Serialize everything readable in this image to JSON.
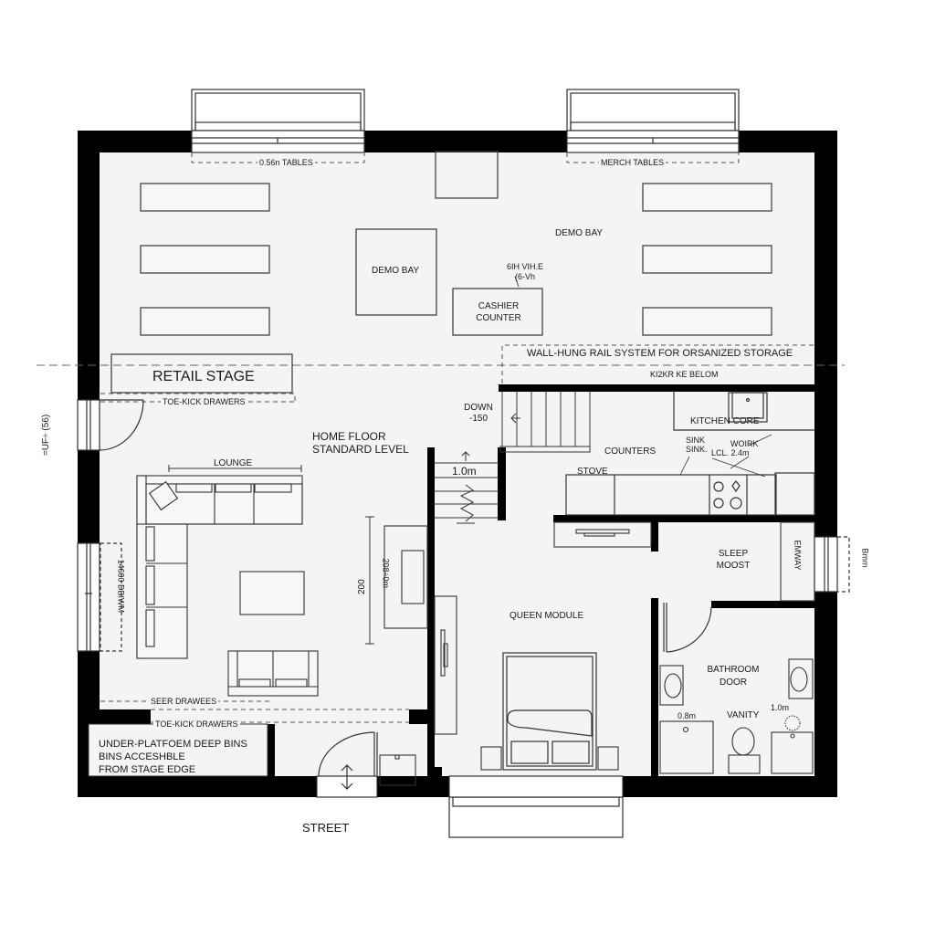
{
  "plan": {
    "colors": {
      "wall": "#000000",
      "floor": "#f4f4f4",
      "line": "#333333",
      "page": "#ffffff"
    },
    "top_zone": {
      "left_window_label": "0.56n TABLES",
      "right_window_label": "MERCH TABLES",
      "demo_bay_box": "DEMO BAY",
      "demo_bay_open": "DEMO BAY",
      "cashier_note": [
        "6IH VIH.E",
        "(6-Vh"
      ],
      "cashier_counter": [
        "CASHIER",
        "COUNTER"
      ],
      "rail_system": "WALL-HUNG RAIL SYSTEM FOR ORSANIZED STORAGE",
      "rail_below": "KI2KR KE BELOM",
      "retail_stage": "RETAIL STAGE",
      "toe_kick_top": "TOE-KICK DRAWERS"
    },
    "living": {
      "side_dimension": "=UF÷ (56)",
      "home_floor": [
        "HOME FLOOR",
        "STANDARD LEVEL"
      ],
      "lounge": "LOUNGE",
      "window_dim": "14600 DBIWM",
      "dim_vertical": "200",
      "tv_dim": "208÷0m",
      "seer_drawees": "SEER DRAWEES",
      "toe_kick_bottom": "TOE-KICK DRAWERS",
      "under_platform": [
        "UNDER-PLATFOEM DEEP BINS",
        "BINS ACCESHBLE",
        "FROM STAGE EDGE"
      ]
    },
    "stairs": {
      "down_label": [
        "DOWN",
        "-150"
      ],
      "up_label": "1.0m"
    },
    "kitchen": {
      "core": "KITCHEN CORE",
      "counters": "COUNTERS",
      "stove": "STOVE",
      "sink": [
        "SINK",
        "SINK."
      ],
      "work": [
        "WOIRK",
        "LCL. 2.4m"
      ]
    },
    "sleep": {
      "queen_module": "QUEEN MODULE",
      "sleep_moost": [
        "SLEEP",
        "MOOST"
      ],
      "entry_vertical": "EMWAY",
      "window_dim": "Bmm"
    },
    "bath": {
      "bathroom_door": [
        "BATHROOM",
        "DOOR"
      ],
      "vanity": "VANITY",
      "dim_left": "0.8m",
      "dim_right": "1.0m"
    },
    "street": "STREET"
  }
}
